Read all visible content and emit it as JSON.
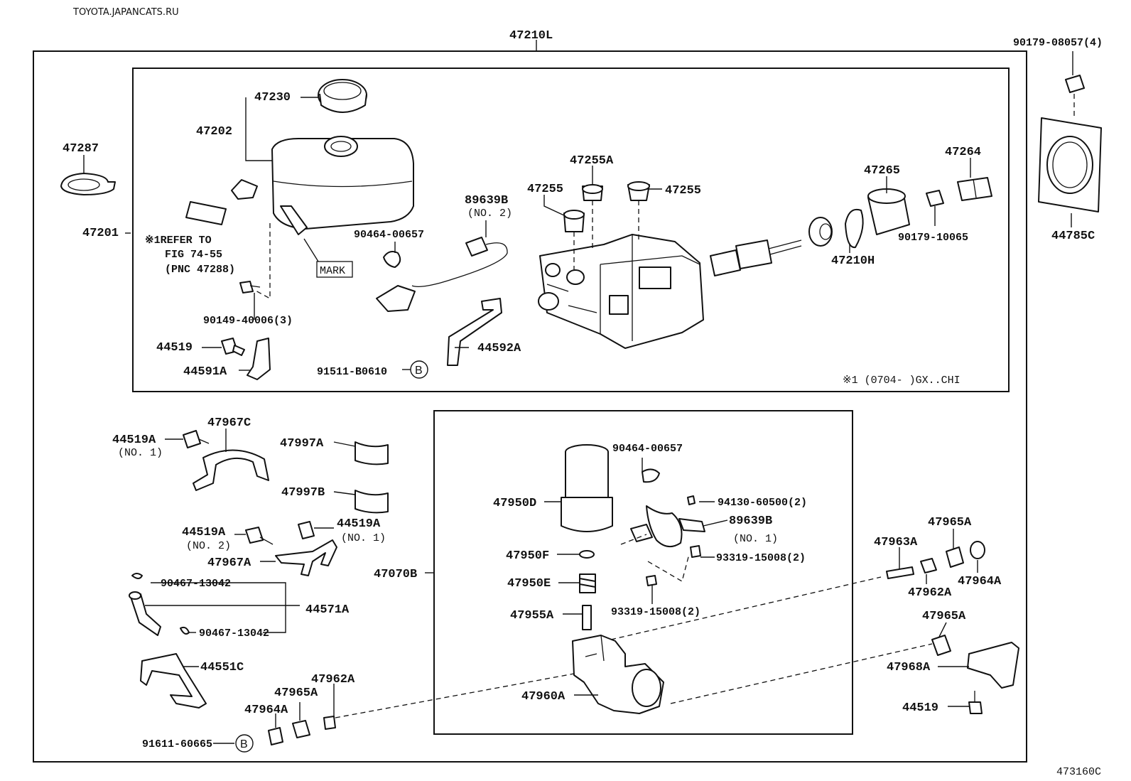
{
  "site": "TOYOTA.JAPANCATS.RU",
  "figure_code": "473160C",
  "assembly": "47210L",
  "note_tag": "MARK",
  "footnote": "※1 (0704-    )GX..CHI",
  "refer_note": [
    "※1REFER TO",
    "FIG 74-55",
    "(PNC 47288)"
  ],
  "circle_ref": "B",
  "labels": {
    "p47230": "47230",
    "p47202": "47202",
    "p47287": "47287",
    "p47201": "47201",
    "p90149": "90149-40006(3)",
    "p44519_top": "44519",
    "p44591A": "44591A",
    "p89639B_top": "89639B",
    "p89639B_top_sub": "(NO. 2)",
    "p90464_top": "90464-00657",
    "p44592A": "44592A",
    "p91511": "91511-B0610",
    "p47255A": "47255A",
    "p47255_l": "47255",
    "p47255_r": "47255",
    "p47265": "47265",
    "p47264": "47264",
    "p47210H": "47210H",
    "p90179_10065": "90179-10065",
    "p90179_08057": "90179-08057(4)",
    "p44785C": "44785C",
    "p44519A_1": "44519A",
    "p44519A_1_sub": "(NO. 1)",
    "p47967C": "47967C",
    "p47997A": "47997A",
    "p47997B": "47997B",
    "p44519A_2": "44519A",
    "p44519A_2_sub": "(NO. 2)",
    "p44519A_3": "44519A",
    "p44519A_3_sub": "(NO. 1)",
    "p47967A": "47967A",
    "p90467_a": "90467-13042",
    "p44571A": "44571A",
    "p90467_b": "90467-13042",
    "p44551C": "44551C",
    "p47962A_l": "47962A",
    "p47965A_l": "47965A",
    "p47964A_l": "47964A",
    "p91611": "91611-60665",
    "p47070B": "47070B",
    "p90464_mid": "90464-00657",
    "p47950D": "47950D",
    "p94130": "94130-60500(2)",
    "p89639B_mid": "89639B",
    "p89639B_mid_sub": "(NO. 1)",
    "p47950F": "47950F",
    "p93319_a": "93319-15008(2)",
    "p47950E": "47950E",
    "p93319_b": "93319-15008(2)",
    "p47955A": "47955A",
    "p47960A": "47960A",
    "p47963A": "47963A",
    "p47965A_r1": "47965A",
    "p47962A_r": "47962A",
    "p47964A_r": "47964A",
    "p47965A_r2": "47965A",
    "p47968A": "47968A",
    "p44519_r": "44519"
  }
}
